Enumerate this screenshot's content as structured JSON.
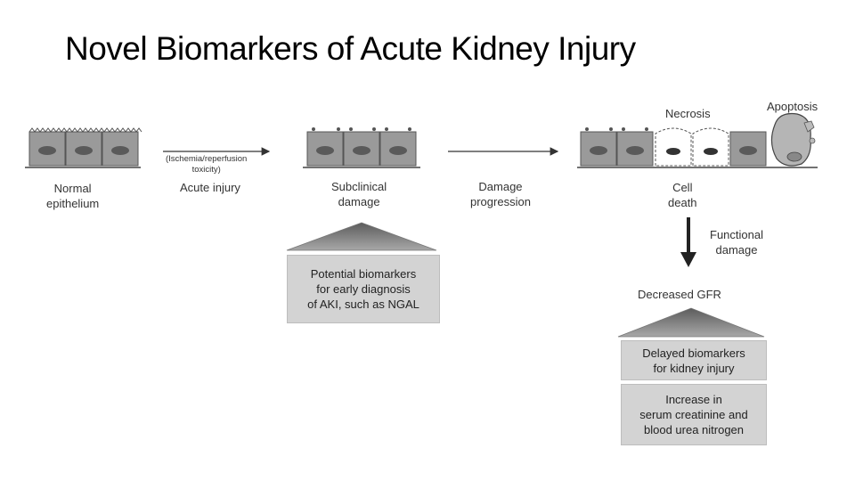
{
  "title": "Novel Biomarkers of Acute Kidney Injury",
  "stages": {
    "normal": "Normal\nepithelium",
    "acute_injury_cause": "(Ischemia/reperfusion\ntoxicity)",
    "acute_injury": "Acute injury",
    "subclinical": "Subclinical\ndamage",
    "progression": "Damage\nprogression",
    "necrosis": "Necrosis",
    "apoptosis": "Apoptosis",
    "cell_death": "Cell\ndeath",
    "functional_damage": "Functional\ndamage",
    "decreased_gfr": "Decreased GFR"
  },
  "boxes": {
    "early_biomarkers": "Potential biomarkers\nfor early diagnosis\nof AKI, such as NGAL",
    "delayed_biomarkers": "Delayed biomarkers\nfor kidney injury",
    "creatinine": "Increase in\nserum creatinine and\nblood urea nitrogen"
  },
  "colors": {
    "cell_fill": "#9a9a9a",
    "nucleus_fill": "#5a5a5a",
    "box_fill": "#d3d3d3",
    "triangle_fill": "#7a7a7a"
  }
}
